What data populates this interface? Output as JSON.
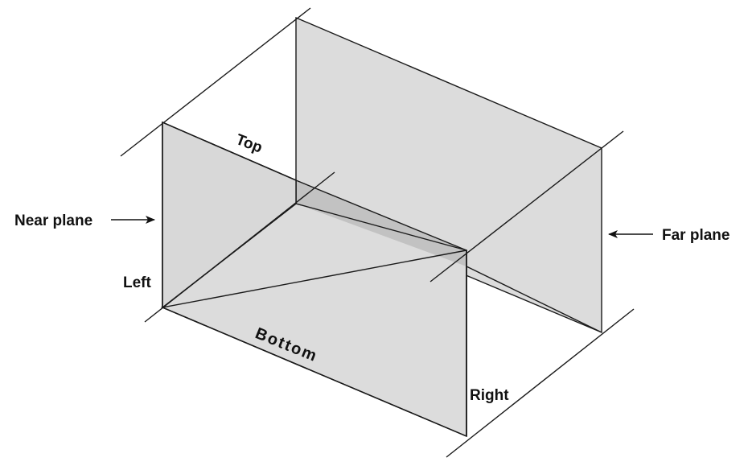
{
  "labels": {
    "near_plane": "Near plane",
    "far_plane": "Far plane",
    "top": "Top",
    "bottom": "Bottom",
    "left": "Left",
    "right": "Right"
  },
  "colors": {
    "plane_fill": "#dcdcdc",
    "overlap_fill": "#c2c2c2",
    "line": "#1a1a1a"
  }
}
